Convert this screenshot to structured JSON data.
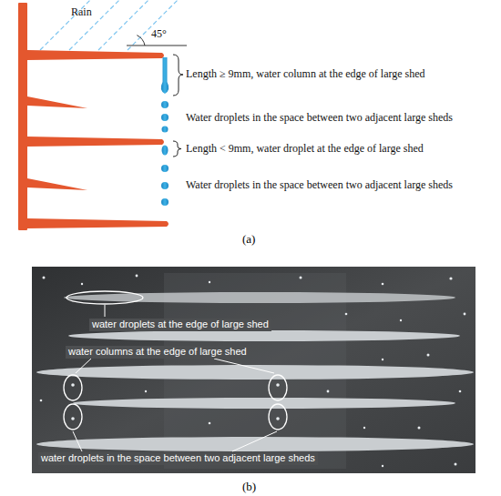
{
  "diagram": {
    "labels": [
      "Rain",
      "45°",
      "Length ≥ 9mm, water column at the edge of large shed",
      "Water droplets in the space between two adjacent large sheds",
      "Length < 9mm, water droplet at the edge of large shed",
      "Water droplets in the space between two adjacent large sheds",
      "(a)",
      "water droplets at the edge of large shed",
      "water columns at the edge of large shed",
      "water droplets in the space between two adjacent large sheds",
      "(b)"
    ]
  }
}
